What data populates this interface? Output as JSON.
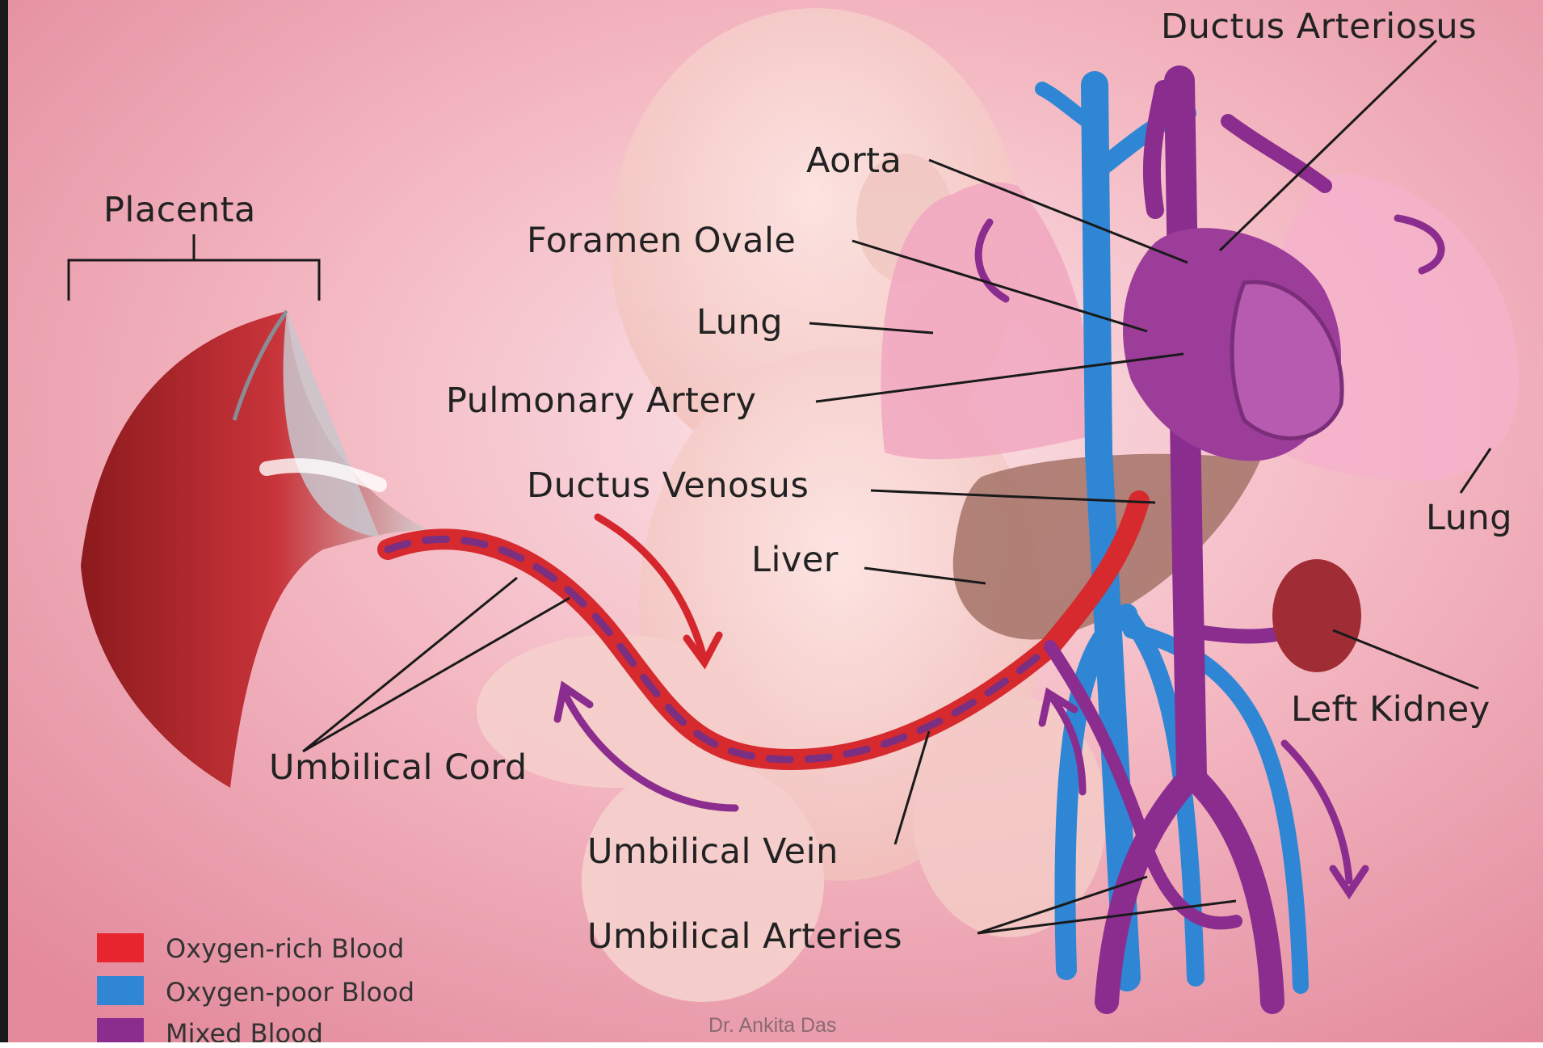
{
  "labels": {
    "ductus_arteriosus": "Ductus Arteriosus",
    "aorta": "Aorta",
    "placenta": "Placenta",
    "foramen_ovale": "Foramen Ovale",
    "lung_left": "Lung",
    "pulmonary_artery": "Pulmonary Artery",
    "ductus_venosus": "Ductus Venosus",
    "lung_right": "Lung",
    "liver": "Liver",
    "left_kidney": "Left Kidney",
    "umbilical_cord": "Umbilical Cord",
    "umbilical_vein": "Umbilical Vein",
    "umbilical_arteries": "Umbilical Arteries"
  },
  "legend": [
    {
      "label": "Oxygen-rich Blood",
      "color": "#e8262e"
    },
    {
      "label": "Oxygen-poor Blood",
      "color": "#2f86d4"
    },
    {
      "label": "Mixed Blood",
      "color": "#8b2c8f"
    }
  ],
  "credit": "Dr. Ankita Das",
  "colors": {
    "background": "#f3b8c2",
    "oxygen_rich": "#e8262e",
    "oxygen_poor": "#2f86d4",
    "mixed": "#8b2c8f"
  }
}
